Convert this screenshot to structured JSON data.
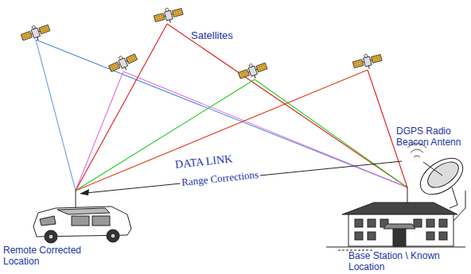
{
  "diagram": {
    "labels": [
      "Satellites",
      "DGPS Radio Beacon Antenn",
      "DATA LINK",
      "Range Corrections",
      "Remote Corrected Location",
      "Base Station \\ Known Location"
    ]
  }
}
